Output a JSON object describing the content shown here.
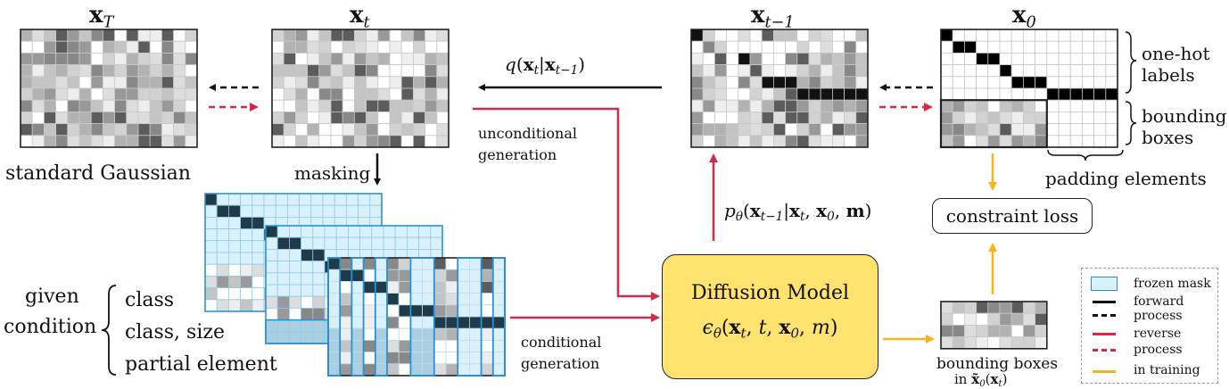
{
  "labels": {
    "xT": [
      [
        "x",
        "b"
      ],
      [
        "T",
        "s"
      ]
    ],
    "xt": [
      [
        "x",
        "b"
      ],
      [
        "t",
        "s"
      ]
    ],
    "xt1": [
      [
        "x",
        "b"
      ],
      [
        "t−1",
        "s"
      ]
    ],
    "x0": [
      [
        "x",
        "b"
      ],
      [
        "0",
        "s"
      ]
    ],
    "q": [
      [
        "q",
        "i"
      ],
      [
        "(",
        "r"
      ],
      [
        "x",
        "b"
      ],
      [
        "t",
        "s"
      ],
      [
        "|",
        "r"
      ],
      [
        "x",
        "b"
      ],
      [
        "t−1",
        "s"
      ],
      [
        ")",
        "r"
      ]
    ],
    "p": [
      [
        "p",
        "i"
      ],
      [
        "θ",
        "s"
      ],
      [
        "(",
        "r"
      ],
      [
        "x",
        "b"
      ],
      [
        "t−1",
        "s"
      ],
      [
        "|",
        "r"
      ],
      [
        "x",
        "b"
      ],
      [
        "t",
        "s"
      ],
      [
        ", ",
        "r"
      ],
      [
        "x",
        "b"
      ],
      [
        "0",
        "s"
      ],
      [
        ", ",
        "r"
      ],
      [
        "m",
        "b"
      ],
      [
        ")",
        "r"
      ]
    ],
    "eps": [
      [
        "ϵ",
        "i"
      ],
      [
        "θ",
        "s"
      ],
      [
        "(",
        "r"
      ],
      [
        "x",
        "b"
      ],
      [
        "t",
        "s"
      ],
      [
        ", ",
        "r"
      ],
      [
        "t",
        "i"
      ],
      [
        ", ",
        "r"
      ],
      [
        "x",
        "b"
      ],
      [
        "0",
        "s"
      ],
      [
        ", ",
        "r"
      ],
      [
        "m",
        "i"
      ],
      [
        ")",
        "r"
      ]
    ],
    "x0tilde": [
      [
        "in  ",
        "r"
      ],
      [
        "x̃",
        "b"
      ],
      [
        "0",
        "s"
      ],
      [
        "(",
        "r"
      ],
      [
        "x",
        "b"
      ],
      [
        "t",
        "s"
      ],
      [
        ")",
        "r"
      ]
    ]
  },
  "text": {
    "standard_gaussian": "standard Gaussian",
    "masking": "masking",
    "unconditional_1": "unconditional",
    "unconditional_2": "generation",
    "conditional_1": "conditional",
    "conditional_2": "generation",
    "given": "given",
    "condition": "condition",
    "cond_class": "class",
    "cond_class_size": "class, size",
    "cond_partial": "partial element",
    "one_hot_1": "one-hot",
    "one_hot_2": "labels",
    "bbox_1": "bounding",
    "bbox_2": "boxes",
    "padding": "padding elements",
    "diffusion_model": "Diffusion Model",
    "constraint_loss": "constraint loss",
    "bbox_out": "bounding boxes"
  },
  "legend": {
    "frozen_mask": "frozen mask",
    "forward_1": "forward",
    "forward_2": "process",
    "reverse_1": "reverse",
    "reverse_2": "process",
    "training": "in training"
  },
  "colors": {
    "reverse": "#d32a4c",
    "training": "#f4b51c",
    "model_fill": "#ffe36e",
    "mask_fill": "#d8f1fc",
    "mask_border": "#2a92d4",
    "onehot_masked": "#1f3a48"
  }
}
